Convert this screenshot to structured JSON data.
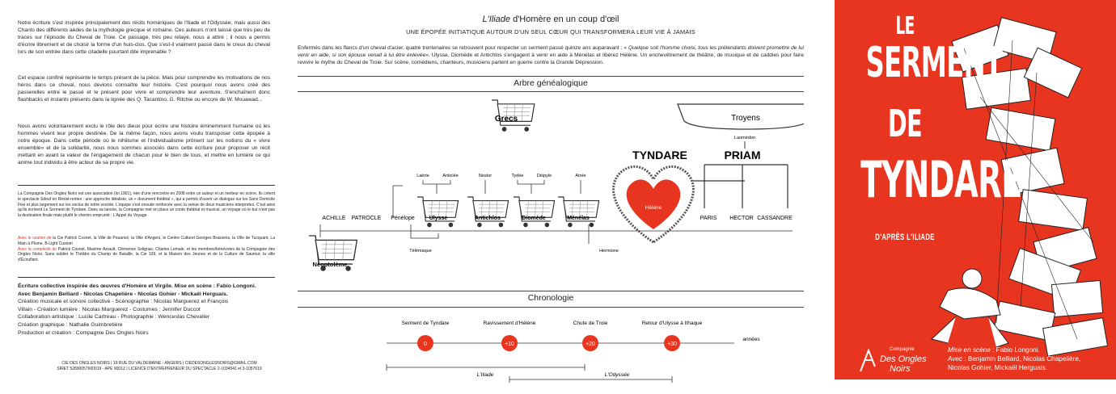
{
  "left": {
    "p1": "Notre écriture s'est inspirée principalement des récits homériques de l'Iliade et l'Odyssée, mais aussi des Chants des différents aèdes de la mythologie grecque et romaine. Ces auteurs n'ont laissé que très peu de traces sur l'épisode du Cheval de Troie. Ce passage, très peu relayé, nous a attiré ; il nous a permis d'écrire librement et de choisir la forme d'un huis-clos. Que s'est-il vraiment passé dans le creux du cheval lors de son entrée dans cette citadelle pourtant dite imprenable ?",
    "p2": "Cet espace confiné représente le temps présent de la pièce. Mais pour comprendre les motivations de nos héros dans ce cheval, nous devions connaître leur histoire. C'est pourquoi nous avons créé des passerelles entre le passé et le présent pour vivre et comprendre leur aventure. S'enchaînent donc flashbacks et instants présents dans la lignée des Q. Tacantino, G. Ritchie ou encore de W. Mouawad...",
    "p3": "Nous avons volontairement exclu le rôle des dieux pour écrire une histoire éminemment humaine où les hommes vivent leur propre destinée. De la même façon, nous avons voulu transposer cette épopée à notre époque. Dans cette période où le nihilisme et l'individualisme prônent sur les notions du « vivre ensemble» et de la solidarité, nous nous sommes associés dans cette écriture pour proposer un récit mettant en avant la valeur de l'engagement de chacun pour le bien de tous, et mettre en lumière ce qui anime tout individu à être acteur de sa propre vie.",
    "company": "La Compagnie Des Ongles Noirs est une association (loi 1901), née d'une rencontre en 2008 entre un auteur et un metteur en scène. Ils créent le spectacle Sdouf en Résist-rentes : une approche idéaliste, un « document théâtral », qui a permis d'ouvrir un dialogue sur les Sans Domicile Fixe et plus largement sur les exclus de notre société. L'équipe s'est ensuite renforcée avec la venue de deux musiciens-interprètes. C'est ainsi qu'ils écrivent Le Serment de Tyndare. Dans sa lancée, la Compagnie met en place un conte théâtral et musical, un voyage où le but n'est pas la destination finale mais plutôt le chemin emprunté : L'Appel du Voyage.",
    "support_label": "Avec le soutien de",
    "support": " la Cie Patrick Cosnet, la Ville de Pouancé, la Ville d'Angers, le Centre Culturel Georges Brassens, la Ville de Tucquant, La Main à Plume, B-Light Custom",
    "complicity_label": "Avec la complicité de",
    "complicity": " Patrick Cosnet, Maxime Azrault, Clémence Solignac, Charles Lemale, et les membres/bénévoles de la Compagnie des Ongles Noirs. Sans oublier le Théâtre du Champ de Bataille, la Cie 109, et la Maison des Jeunes et de la Culture de Saumur, la ville d'Écouflant.",
    "credits_bold_1": "Écriture collective inspirée des œuvres d'Homère et Virgile. Mise en scène : Fabio Longoni.",
    "credits_bold_2": "Avec Benjamin Belliard - Nicolas Chapelière - Nicolas Gohier - Mickaël Herguais.",
    "credits_lines": [
      "Création musicale et sonore collective - Scénographie : Nicolas Marguerez et François",
      "Villain - Création lumière : Nicolas Marguerez - Costumes : Jennifer Duccot",
      "Collaboration artistique : Lucile Cartreau - Photographie : Wenceslas Chevalier",
      "Création graphique : Nathalie Guimbretière",
      "Production et création : Compagnie Des Ongles Noirs"
    ],
    "footer_1": "CIE DES ONGLES NOIRS | 19 RUE DU VALDEMAINE - ANGERS | CIEDESONGLESNOIRS@GMAIL.COM",
    "footer_2": "SIRET 52890057600019 - APE 9001Z | LICENCE D'ENTREPRENEUR DU SPECTACLE 2-1034541 et 3-1057619"
  },
  "mid": {
    "title_italic": "L'Iliade",
    "title_rest": " d'Homère en un coup d'œil",
    "subtitle": "UNE ÉPOPÉE INITIATIQUE AUTOUR D'UN SEUL CŒUR QUI TRANSFORMERA LEUR VIE À JAMAIS",
    "intro_a": "Enfermés dans les flancs d'un cheval d'acier, quatre trentenaires se retrouvent pour respecter un serment passé quinze ans auparavant : « ",
    "intro_quote": "Quelque soit l'homme choisi, tous les prétendants doivent promettre de lui venir en aide, si son épouse venait à lui être enlevée",
    "intro_b": "». Ulysse, Diomède et Antichlos s'engagent à venir en aide à Ménélas et libérez Hélène. Un enchevêtrement de théâtre, de musique et de caddies pour faire revivre le mythe du Cheval de Troie. Sur scène, comédiens, chanteurs, musiciens partent en guerre contre la Grande Dépression.",
    "tree_title": "Arbre généalogique",
    "chrono_title": "Chronologie",
    "tree": {
      "grecs": "Grecs",
      "troyens": "Troyens",
      "tyndare": "TYNDARE",
      "priam": "PRIAM",
      "laomedon": "Laomédon",
      "helene": "Hélène",
      "parents": [
        "Laërte",
        "Anticlée",
        "Nestor",
        "Tydée",
        "Déipyle",
        "Atrée"
      ],
      "row": [
        "ACHILLE",
        "PATROCLE",
        "Pénélope"
      ],
      "carts": [
        "Ulysse",
        "Antichlos",
        "Diomède",
        "Ménélas"
      ],
      "neoptoleme": "Néoptolème",
      "telemaque": "Télémaque",
      "hermione": "Hermione",
      "trojans": [
        "PARIS",
        "HECTOR",
        "CASSANDRE"
      ]
    },
    "chrono": {
      "events": [
        "Serment de Tyndare",
        "Ravissement d'Hélène",
        "Chute de Troie",
        "Retour d'Ulysse à Ithaque"
      ],
      "values": [
        "0",
        "+10",
        "+20",
        "+30"
      ],
      "axis_label": "années",
      "iliade": "L'Iliade",
      "odyssee": "L'Odyssée"
    }
  },
  "poster": {
    "title_le": "LE",
    "title_serment": "SERMENT",
    "title_de": "DE",
    "title_tyndare": "TYNDARE",
    "subtitle": "D'APRÈS L'ILIADE",
    "logo_top": "Compagnie",
    "logo_main_1": "Des Ongles",
    "logo_main_2": "Noirs",
    "mise_label": "Mise en scène",
    "mise_value": " : Fabio Longoni.",
    "avec_label": "Avec",
    "avec_value": " : Benjamin Belliard, Nicolas Chapelière,",
    "avec_value_2": "Nicolas Gohier, Mickaël Herguais."
  },
  "colors": {
    "accent": "#e8351f",
    "heart": "#e8351f",
    "ink": "#222222"
  }
}
